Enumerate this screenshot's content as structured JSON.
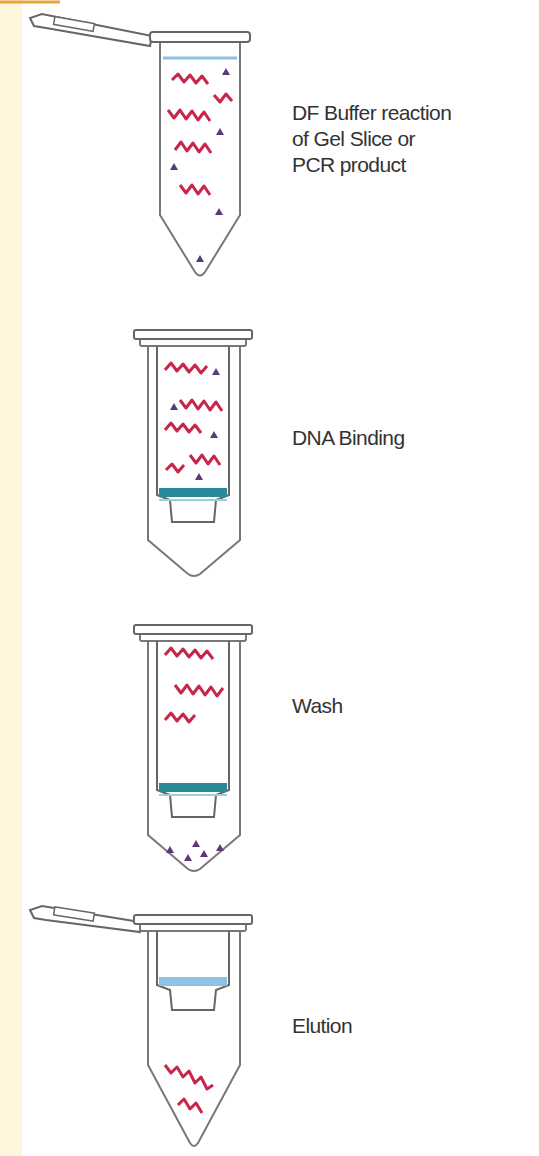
{
  "diagram": {
    "labels": [
      "DF Buffer reaction of Gel Slice or PCR product",
      "DNA Binding",
      "Wash",
      "Elution"
    ]
  }
}
